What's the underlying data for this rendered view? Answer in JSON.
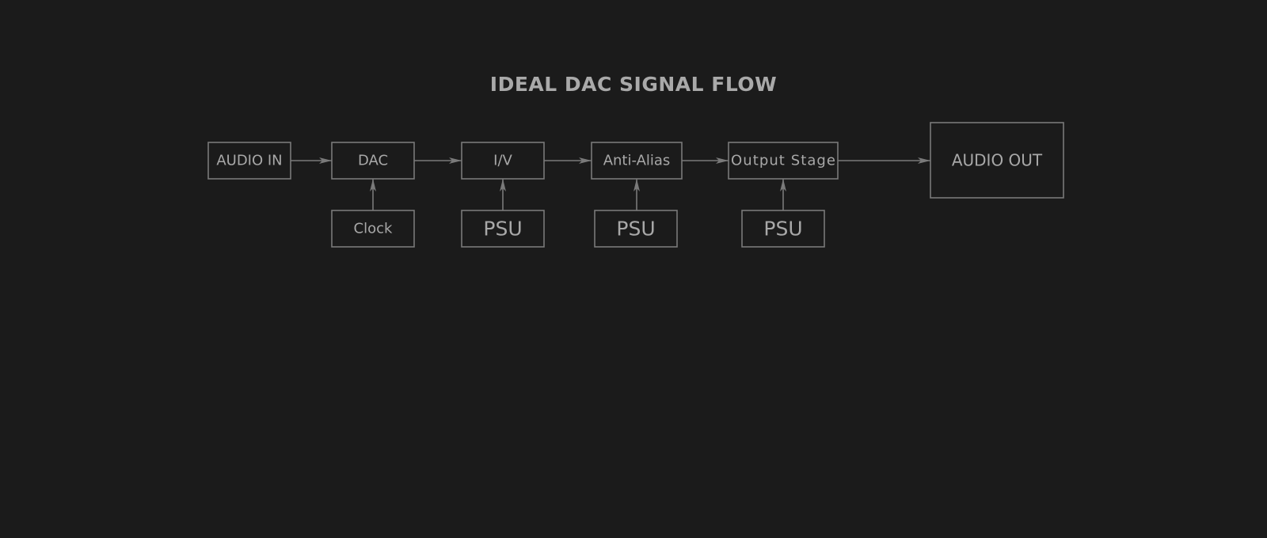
{
  "title": "IDEAL DAC SIGNAL FLOW",
  "colors": {
    "background": "#1b1b1b",
    "stroke": "#7a7a7a",
    "text": "#a8a8a8"
  },
  "blocks": [
    {
      "id": "audio-in",
      "label": "AUDIO IN"
    },
    {
      "id": "dac",
      "label": "DAC"
    },
    {
      "id": "iv",
      "label": "I/V"
    },
    {
      "id": "anti-alias",
      "label": "Anti-Alias"
    },
    {
      "id": "output-stage",
      "label": "Output Stage"
    },
    {
      "id": "audio-out",
      "label": "AUDIO OUT"
    },
    {
      "id": "clock",
      "label": "Clock"
    },
    {
      "id": "psu-1",
      "label": "PSU"
    },
    {
      "id": "psu-2",
      "label": "PSU"
    },
    {
      "id": "psu-3",
      "label": "PSU"
    }
  ],
  "connections": [
    {
      "from": "audio-in",
      "to": "dac"
    },
    {
      "from": "dac",
      "to": "iv"
    },
    {
      "from": "iv",
      "to": "anti-alias"
    },
    {
      "from": "anti-alias",
      "to": "output-stage"
    },
    {
      "from": "output-stage",
      "to": "audio-out"
    },
    {
      "from": "clock",
      "to": "dac"
    },
    {
      "from": "psu-1",
      "to": "iv"
    },
    {
      "from": "psu-2",
      "to": "anti-alias"
    },
    {
      "from": "psu-3",
      "to": "output-stage"
    }
  ]
}
